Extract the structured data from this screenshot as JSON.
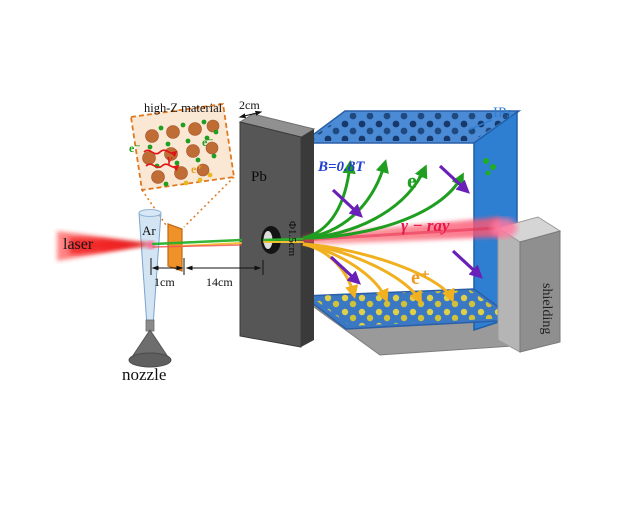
{
  "figure": {
    "type": "laser-gamma-positron-experiment-setup",
    "labels": {
      "laser": "laser",
      "nozzle": "nozzle",
      "gas": "Ar",
      "inset_title": "high-Z material",
      "inset_electron_left": "e⁻",
      "inset_electron_right": "e⁻",
      "inset_gamma": "γ",
      "inset_positron": "e⁺",
      "wall_thickness": "2cm",
      "wall_material": "Pb",
      "aperture": "Φ1.5cm",
      "dist_jet_target": "1cm",
      "dist_target_wall": "14cm",
      "magnetic_field": "B=0.8T",
      "electron_beam": "e⁻",
      "gamma_beam": "γ − ray",
      "positron_beam": "e⁺",
      "imaging_plates": "IPs",
      "shielding": "shielding"
    },
    "colors": {
      "laser_red": "#e81515",
      "electron_green": "#1f9e1f",
      "positron_yellow": "#f0b020",
      "gamma_red": "#e8174b",
      "field_arrow_purple": "#6a1fb8",
      "chamber_blue": "#3b7fd0",
      "ip_label_blue": "#2f7fd4",
      "pb_gray": "#4d4d4d",
      "target_orange": "#f0922a",
      "shielding_gray": "#8f8f8f"
    }
  }
}
